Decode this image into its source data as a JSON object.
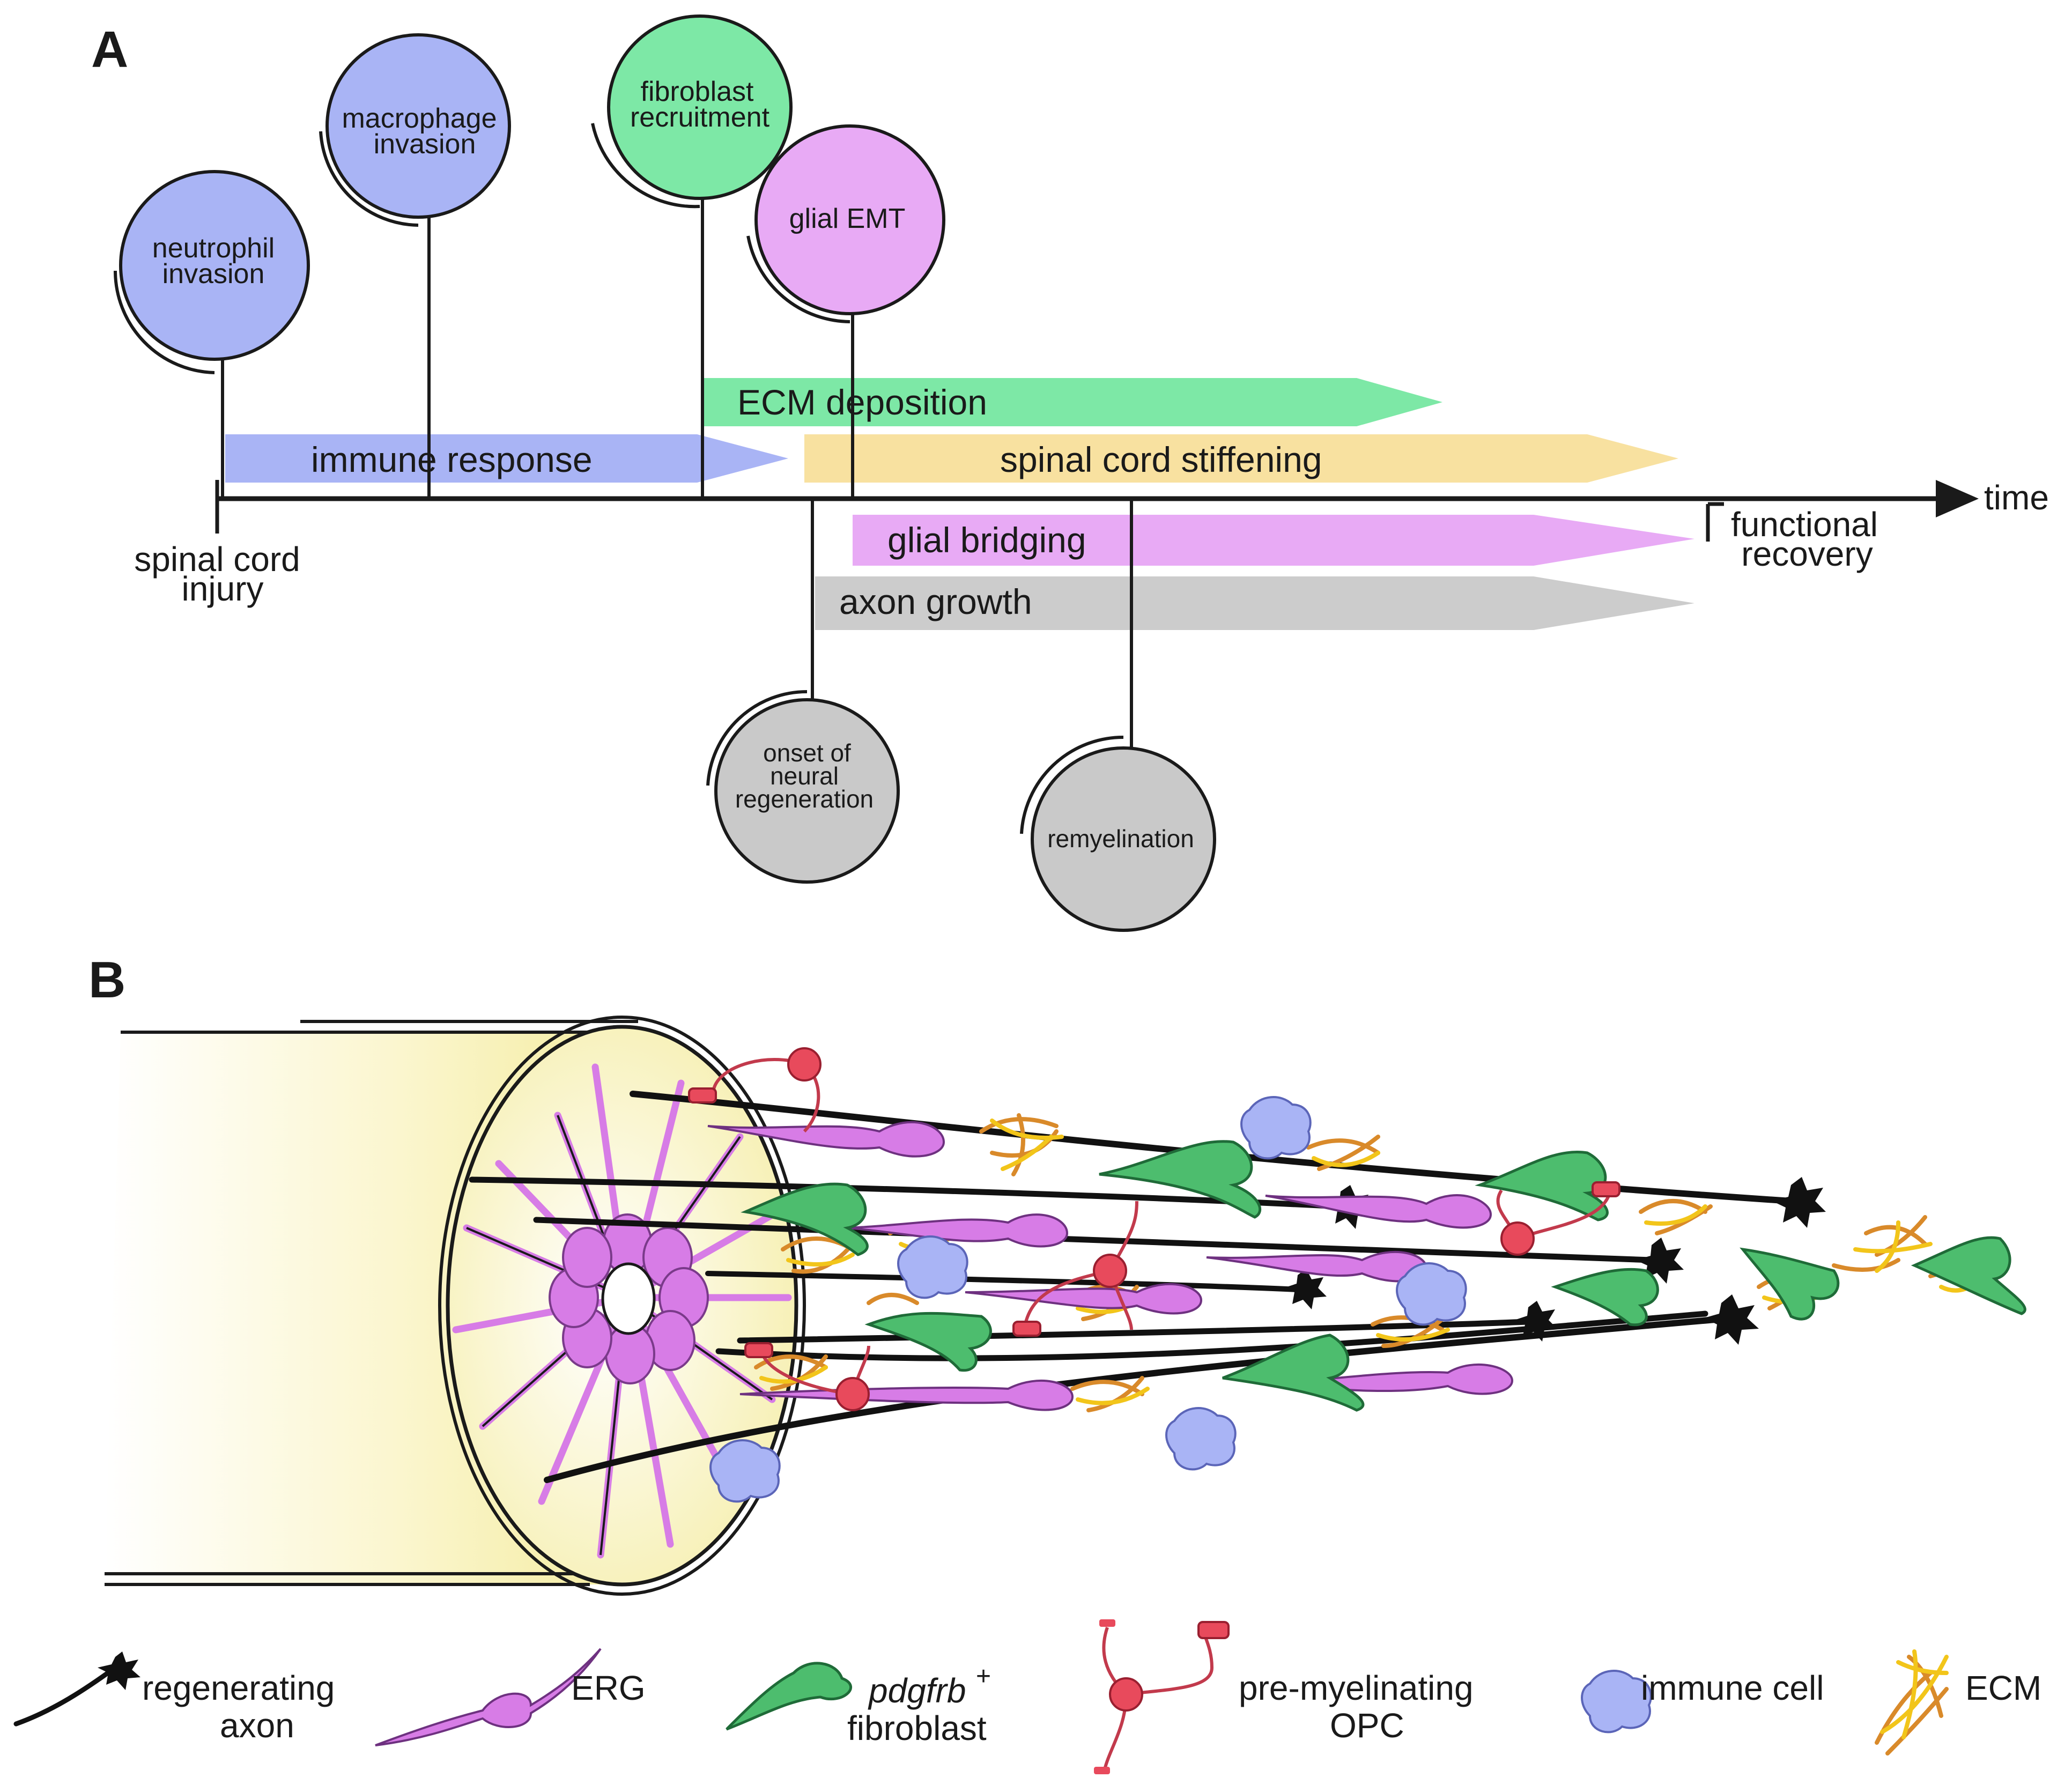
{
  "panels": {
    "a": "A",
    "b": "B"
  },
  "timeline": {
    "axis_label": "time",
    "start_label": [
      "spinal cord",
      "injury"
    ],
    "end_label": [
      "functional",
      "recovery"
    ],
    "events_above": [
      {
        "lines": [
          "neutrophil",
          "invasion"
        ],
        "color": "#a9b4f5"
      },
      {
        "lines": [
          "macrophage",
          "invasion"
        ],
        "color": "#a9b4f5"
      },
      {
        "lines": [
          "fibroblast",
          "recruitment"
        ],
        "color": "#7de8a6"
      },
      {
        "lines": [
          "glial EMT"
        ],
        "color": "#e8aaf5"
      }
    ],
    "events_below": [
      {
        "lines": [
          "onset of",
          "neural",
          "regeneration"
        ],
        "color": "#c9c9c9"
      },
      {
        "lines": [
          "remyelination"
        ],
        "color": "#c9c9c9"
      }
    ],
    "phases": [
      {
        "label": "ECM deposition",
        "color": "#7de8a6"
      },
      {
        "label": "immune response",
        "color": "#a9b4f5"
      },
      {
        "label": "spinal cord stiffening",
        "color": "#f8e1a0"
      },
      {
        "label": "glial bridging",
        "color": "#e8aaf5"
      },
      {
        "label": "axon growth",
        "color": "#cccccc"
      }
    ]
  },
  "legend": [
    {
      "icon": "regenerating-axon-icon",
      "lines": [
        "regenerating",
        "axon"
      ]
    },
    {
      "icon": "erg-icon",
      "lines": [
        "ERG"
      ]
    },
    {
      "icon": "fibroblast-icon",
      "lines": [
        "pdgfrb",
        "fibroblast"
      ],
      "superscript": "+"
    },
    {
      "icon": "opc-icon",
      "lines": [
        "pre-myelinating",
        "OPC"
      ]
    },
    {
      "icon": "immune-cell-icon",
      "lines": [
        "immune cell"
      ]
    },
    {
      "icon": "ecm-icon",
      "lines": [
        "ECM"
      ]
    }
  ],
  "colors": {
    "immune": "#a9b4f5",
    "fibroblast": "#4dbd6e",
    "erg": "#d77ce6",
    "opc": "#e84a5c",
    "ecm_orange": "#d98a2a",
    "ecm_yellow": "#f2c51a",
    "cord_fill": "#f7f1b0"
  }
}
